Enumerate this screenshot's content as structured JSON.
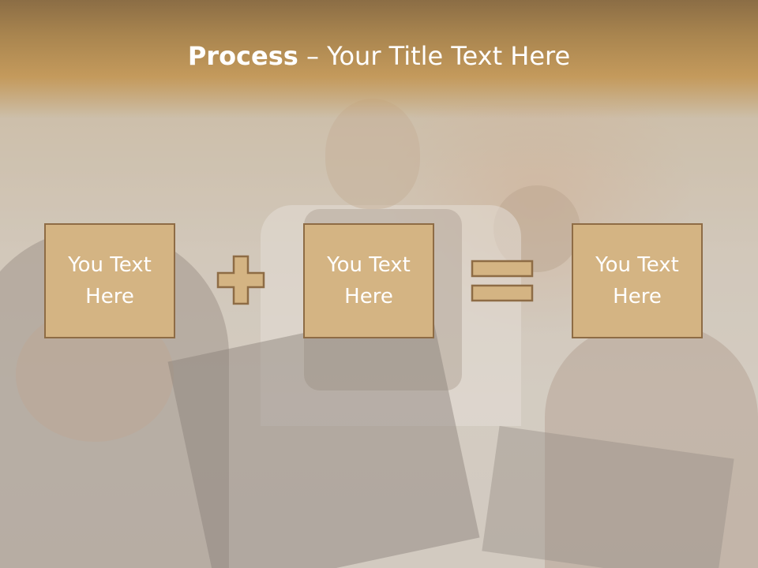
{
  "title": {
    "bold": "Process",
    "rest": " – Your Title Text Here"
  },
  "boxes": [
    {
      "line1": "You Text",
      "line2": "Here"
    },
    {
      "line1": "You Text",
      "line2": "Here"
    },
    {
      "line1": "You Text",
      "line2": "Here"
    }
  ],
  "operators": [
    "plus-icon",
    "equals-icon"
  ],
  "colors": {
    "box_fill": "#d4b483",
    "box_border": "#8e6c45",
    "title_bar": "#b08a50",
    "text": "#ffffff"
  }
}
